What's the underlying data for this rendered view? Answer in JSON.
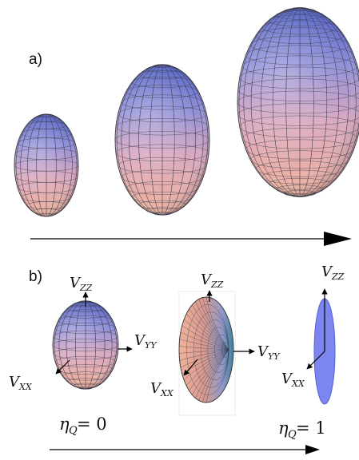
{
  "panel_a": {
    "label": "a)"
  },
  "panel_b": {
    "label": "b)",
    "axis_labels": {
      "vzz_main": "V",
      "vzz_sub": "ZZ",
      "vyy_main": "V",
      "vyy_sub": "YY",
      "vxx_main": "V",
      "vxx_sub": "XX"
    },
    "eta_left": {
      "symbol": "η",
      "sub": "Q",
      "value": " = 0"
    },
    "eta_right": {
      "symbol": "η",
      "sub": "Q",
      "value": " = 1"
    }
  },
  "colors": {
    "top_blue": "#5566cc",
    "bottom_pink": "#e8a592",
    "flat_disc": "#7b86ee",
    "arrow": "#000000"
  }
}
